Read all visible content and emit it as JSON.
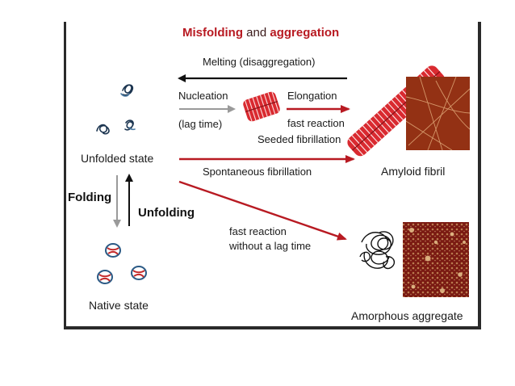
{
  "title": {
    "part1": "Misfolding",
    "part2": "and",
    "part3": "aggregation"
  },
  "labels": {
    "melting": "Melting (disaggregation)",
    "nucleation": "Nucleation",
    "lag_time": "(lag time)",
    "elongation": "Elongation",
    "fast_reaction_1": "fast reaction",
    "seeded": "Seeded fibrillation",
    "unfolded_state": "Unfolded state",
    "spontaneous": "Spontaneous fibrillation",
    "amyloid_fibril": "Amyloid fibril",
    "folding": "Folding",
    "unfolding": "Unfolding",
    "fast_reaction_2": "fast reaction",
    "without_lag": "without a lag time",
    "native_state": "Native state",
    "amorphous_aggregate": "Amorphous aggregate"
  },
  "colors": {
    "accent_red": "#b81a22",
    "arrow_black": "#111111",
    "arrow_gray": "#9a9a9a",
    "micrograph_fibril": "#8a2a10",
    "micrograph_aggregate": "#7a1a12"
  },
  "icons": [
    "unfolded-chain-icon",
    "oligomer-nucleus-icon",
    "fibril-helix-icon",
    "native-protein-icon",
    "amorphous-tangle-icon"
  ]
}
